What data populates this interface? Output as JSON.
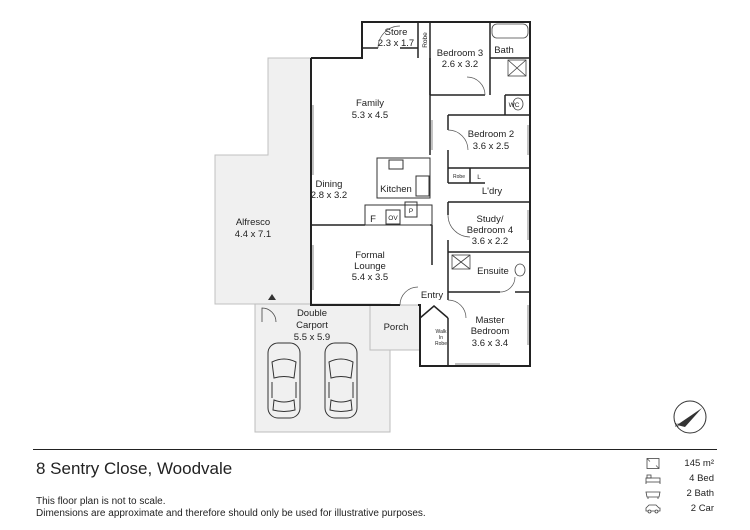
{
  "rooms": {
    "store": {
      "name": "Store",
      "size": "2.3 x 1.7"
    },
    "robe_top": {
      "name": "Robe"
    },
    "bedroom3": {
      "name": "Bedroom 3",
      "size": "2.6 x 3.2"
    },
    "bath": {
      "name": "Bath"
    },
    "wc": {
      "name": "WC"
    },
    "family": {
      "name": "Family",
      "size": "5.3 x 4.5"
    },
    "bedroom2": {
      "name": "Bedroom 2",
      "size": "3.6 x 2.5"
    },
    "dining": {
      "name": "Dining",
      "size": "2.8 x 3.2"
    },
    "kitchen": {
      "name": "Kitchen"
    },
    "robe_mid": {
      "name": "Robe"
    },
    "linen": {
      "name": "L"
    },
    "laundry": {
      "name": "L'dry"
    },
    "alfresco": {
      "name": "Alfresco",
      "size": "4.4 x 7.1"
    },
    "fridge": {
      "name": "F"
    },
    "oven": {
      "name": "OV"
    },
    "pantry": {
      "name": "P"
    },
    "study": {
      "name": "Study/",
      "name2": "Bedroom 4",
      "size": "3.6 x 2.2"
    },
    "lounge": {
      "name": "Formal",
      "name2": "Lounge",
      "size": "5.4 x 3.5"
    },
    "ensuite": {
      "name": "Ensuite"
    },
    "entry": {
      "name": "Entry"
    },
    "carport": {
      "name": "Double",
      "name2": "Carport",
      "size": "5.5 x 5.9"
    },
    "porch": {
      "name": "Porch"
    },
    "wir": {
      "name": "Walk",
      "name2": "In",
      "name3": "Robe"
    },
    "master": {
      "name": "Master",
      "name2": "Bedroom",
      "size": "3.6 x 3.4"
    }
  },
  "footer": {
    "address": "8 Sentry Close, Woodvale",
    "disclaimer_line1": "This floor plan is not to scale.",
    "disclaimer_line2": "Dimensions are approximate and therefore should only be used for illustrative purposes."
  },
  "stats": {
    "area": "145 m²",
    "bed": "4 Bed",
    "bath": "2 Bath",
    "car": "2 Car"
  },
  "icons": {
    "compass": "compass-icon",
    "area": "floor-area-icon",
    "bed": "bed-icon",
    "bath": "bath-icon",
    "car": "car-icon"
  }
}
